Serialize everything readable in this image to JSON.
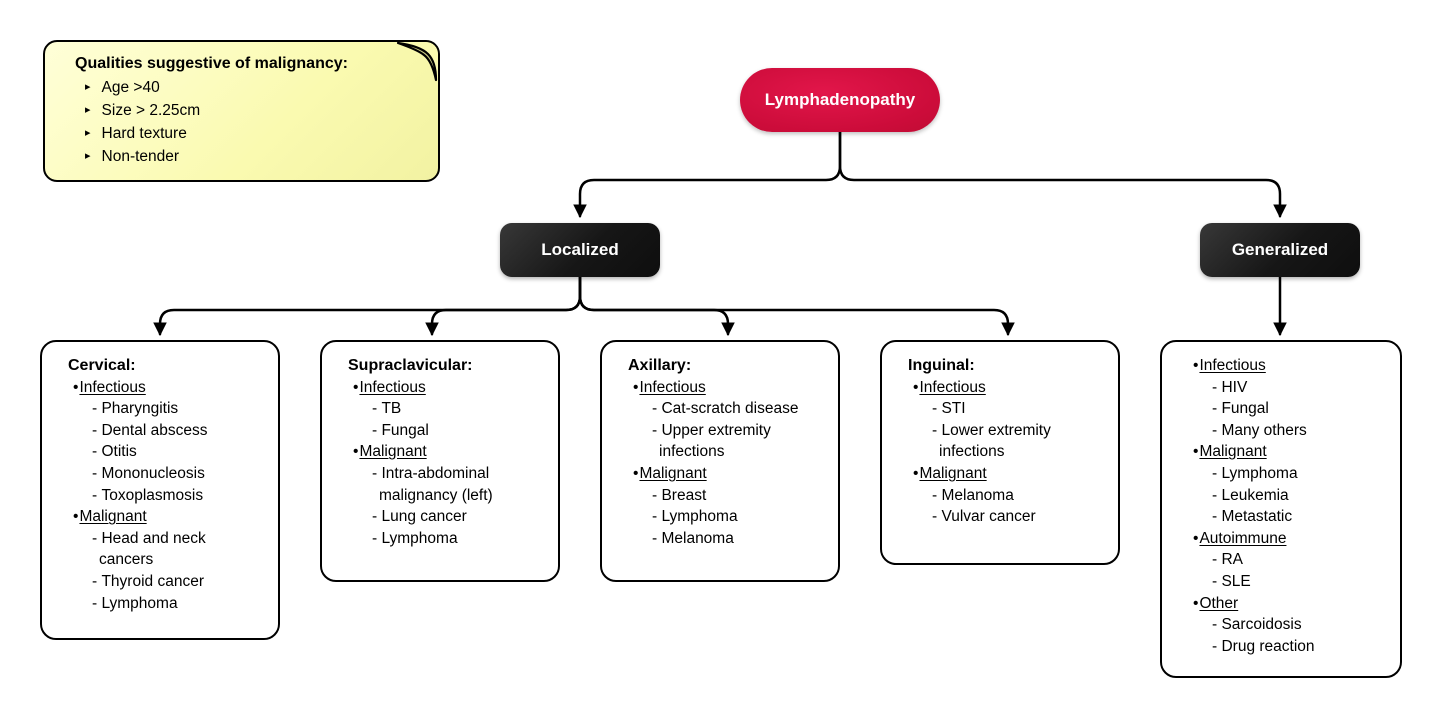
{
  "note": {
    "title": "Qualities suggestive of malignancy:",
    "items": [
      "Age >40",
      "Size > 2.25cm",
      "Hard texture",
      "Non-tender"
    ]
  },
  "root": {
    "label": "Lymphadenopathy"
  },
  "level1": {
    "localized": {
      "label": "Localized"
    },
    "generalized": {
      "label": "Generalized"
    }
  },
  "boxes": [
    {
      "title": "Cervical:",
      "sections": [
        {
          "label": "Infectious",
          "items": [
            "Pharyngitis",
            "Dental abscess",
            "Otitis",
            "Mononucleosis",
            "Toxoplasmosis"
          ]
        },
        {
          "label": "Malignant",
          "items": [
            "Head and neck\ncancers",
            "Thyroid cancer",
            "Lymphoma"
          ]
        }
      ]
    },
    {
      "title": "Supraclavicular:",
      "sections": [
        {
          "label": "Infectious",
          "items": [
            "TB",
            "Fungal"
          ]
        },
        {
          "label": "Malignant",
          "items": [
            "Intra-abdominal\nmalignancy (left)",
            "Lung cancer",
            "Lymphoma"
          ]
        }
      ]
    },
    {
      "title": "Axillary:",
      "sections": [
        {
          "label": "Infectious",
          "items": [
            "Cat-scratch disease",
            "Upper extremity\ninfections"
          ]
        },
        {
          "label": "Malignant",
          "items": [
            "Breast",
            "Lymphoma",
            "Melanoma"
          ]
        }
      ]
    },
    {
      "title": "Inguinal:",
      "sections": [
        {
          "label": "Infectious",
          "items": [
            "STI",
            "Lower extremity\ninfections"
          ]
        },
        {
          "label": "Malignant",
          "items": [
            "Melanoma",
            "Vulvar cancer"
          ]
        }
      ]
    },
    {
      "title": "",
      "sections": [
        {
          "label": "Infectious",
          "items": [
            "HIV",
            "Fungal",
            "Many others"
          ]
        },
        {
          "label": "Malignant",
          "items": [
            "Lymphoma",
            "Leukemia",
            "Metastatic"
          ]
        },
        {
          "label": "Autoimmune",
          "items": [
            "RA",
            "SLE"
          ]
        },
        {
          "label": "Other",
          "items": [
            "Sarcoidosis",
            "Drug reaction"
          ]
        }
      ]
    }
  ],
  "colors": {
    "root_red": "#cc0c3a",
    "node_black": "#1a1a1a",
    "note_yellow": "#fafab0",
    "note_fold": "#c9c986",
    "line": "#000000"
  }
}
